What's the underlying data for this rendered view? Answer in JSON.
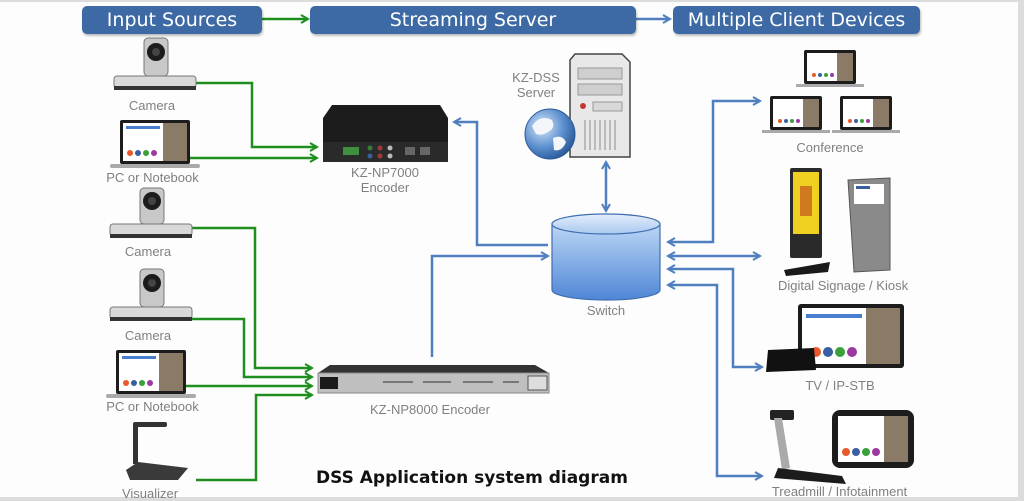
{
  "headers": {
    "input_sources": "Input  Sources",
    "streaming_server": "Streaming Server",
    "client_devices": "Multiple Client Devices"
  },
  "inputs": [
    {
      "label": "Camera",
      "icon": "ptz-camera-icon"
    },
    {
      "label": "PC or Notebook",
      "icon": "laptop-icon"
    },
    {
      "label": "Camera",
      "icon": "ptz-camera-icon"
    },
    {
      "label": "Camera",
      "icon": "ptz-camera-icon"
    },
    {
      "label": "PC or Notebook",
      "icon": "laptop-icon"
    },
    {
      "label": "Visualizer",
      "icon": "document-camera-icon"
    }
  ],
  "encoders": {
    "np7000": {
      "line1": "KZ-NP7000",
      "line2": "Encoder"
    },
    "np8000": {
      "label": "KZ-NP8000 Encoder"
    }
  },
  "server": {
    "line1": "KZ-DSS",
    "line2": "Server",
    "icon": "server-tower-icon",
    "globe_icon": "globe-icon"
  },
  "switch": {
    "label": "Switch",
    "icon": "database-cylinder-icon"
  },
  "clients": [
    {
      "label": "Conference",
      "icon": "laptops-icon"
    },
    {
      "label": "Digital Signage / Kiosk",
      "icon": "signage-kiosk-icon"
    },
    {
      "label": "TV / IP-STB",
      "icon": "tv-settopbox-icon"
    },
    {
      "label": "Treadmill / Infotainment",
      "icon": "treadmill-tablet-icon"
    }
  ],
  "caption": "DSS Application system diagram",
  "colors": {
    "header_bg": "#3d6aa5",
    "input_arrow": "#1e8f1e",
    "network_arrow": "#4f7fbf",
    "label_text": "#808080"
  }
}
